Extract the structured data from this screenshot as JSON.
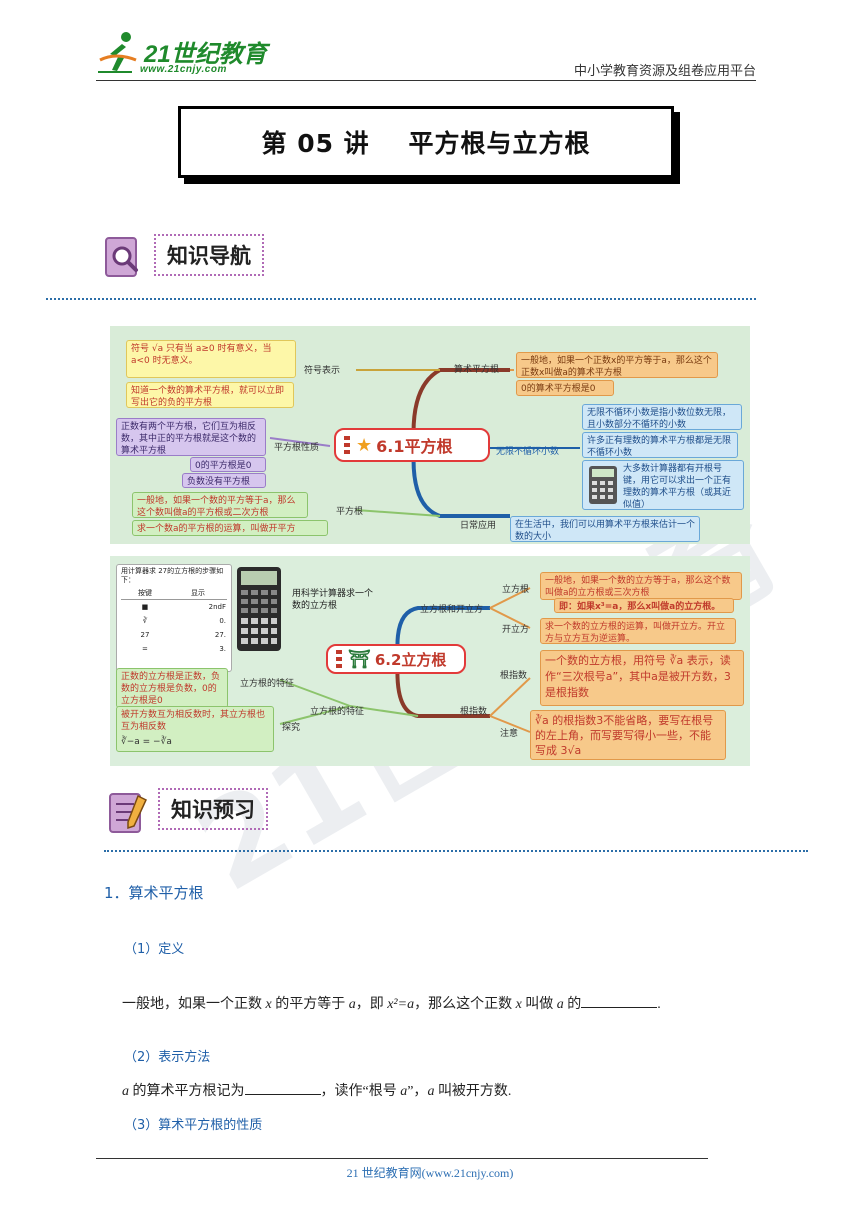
{
  "header": {
    "logo_text": "21世纪教育",
    "logo_url": "www.21cnjy.com",
    "platform": "中小学教育资源及组卷应用平台"
  },
  "title": "第 05 讲    平方根与立方根",
  "sections": {
    "nav_label": "知识导航",
    "preview_label": "知识预习"
  },
  "map1": {
    "center": "6.1平方根",
    "branches": {
      "notation": "符号表示",
      "arith": "算术平方根",
      "props": "平方根性质",
      "irrational": "无限不循环小数",
      "sqrt": "平方根",
      "daily": "日常应用"
    },
    "notes": {
      "notation_rule": "符号 √a 只有当 a≥0 时有意义，当 a<0 时无意义。",
      "neg_root": "知道一个数的算术平方根，就可以立即写出它的负的平方根",
      "arith_def": "一般地，如果一个正数x的平方等于a，那么这个正数x叫做a的算术平方根",
      "arith_zero": "0的算术平方根是0",
      "props_two": "正数有两个平方根，它们互为相反数，其中正的平方根就是这个数的算术平方根",
      "props_zero": "0的平方根是0",
      "props_neg": "负数没有平方根",
      "irr_1": "无限不循环小数是指小数位数无限，且小数部分不循环的小数",
      "irr_2": "许多正有理数的算术平方根都是无限不循环小数",
      "irr_3": "大多数计算器都有开根号键，用它可以求出一个正有理数的算术平方根（或其近似值）",
      "sqrt_def": "一般地，如果一个数的平方等于a，那么这个数叫做a的平方根或二次方根",
      "sqrt_op": "求一个数a的平方根的运算，叫做开平方",
      "daily_use": "在生活中，我们可以用算术平方根来估计一个数的大小"
    }
  },
  "map2": {
    "center": "6.2立方根",
    "branches": {
      "calc": "用科学计算器求一个数的立方根",
      "cube_and_open": "立方根和开立方",
      "cube": "立方根",
      "open": "开立方",
      "index_branch": "根指数",
      "index": "根指数",
      "note": "注意",
      "feature_main": "立方根的特征",
      "feature": "立方根的特征",
      "explore": "探究"
    },
    "table": {
      "caption": "用计算器求 27的立方根的步骤如下：",
      "headers": [
        "按键",
        "显示"
      ],
      "rows": [
        [
          "■",
          "2ndF"
        ],
        [
          "∛",
          "0."
        ],
        [
          "27",
          "27."
        ],
        [
          "=",
          "3."
        ]
      ]
    },
    "notes": {
      "cube_def": "一般地，如果一个数的立方等于a，那么这个数叫做a的立方根或三次方根",
      "cube_formula": "即：如果x³=a，那么x叫做a的立方根。",
      "open_def": "求一个数的立方根的运算，叫做开立方。开立方与立方互为逆运算。",
      "index_def": "一个数的立方根，用符号 ∛a 表示，读作“三次根号a”，其中a是被开方数，3是根指数",
      "note_def": "∛a 的根指数3不能省略，要写在根号的左上角，而写要写得小一些，不能写成 3√a",
      "feature_def": "正数的立方根是正数，负数的立方根是负数，0的立方根是0",
      "explore_def": "被开方数互为相反数时，其立方根也互为相反数",
      "explore_formula": "∛−a  =  −∛a"
    }
  },
  "content": {
    "h1": "1．算术平方根",
    "def_heading": "（1）定义",
    "def_text_a": "一般地，如果一个正数 ",
    "def_x": "x",
    "def_text_b": " 的平方等于 ",
    "def_a": "a",
    "def_text_c": "，即 ",
    "def_eq": "x²=a",
    "def_text_d": "，那么这个正数 ",
    "def_x2": "x",
    "def_text_e": " 叫做 ",
    "def_a2": "a",
    "def_text_f": " 的",
    "def_end": ".",
    "repr_heading": "（2）表示方法",
    "repr_a": "a",
    "repr_text_a": " 的算术平方根记为",
    "repr_text_b": "，读作“根号 ",
    "repr_a2": "a",
    "repr_text_c": "”，",
    "repr_a3": "a",
    "repr_text_d": " 叫被开方数.",
    "prop_heading": "（3）算术平方根的性质"
  },
  "footer": "21 世纪教育网(www.21cnjy.com)",
  "watermark": "21世纪教育"
}
